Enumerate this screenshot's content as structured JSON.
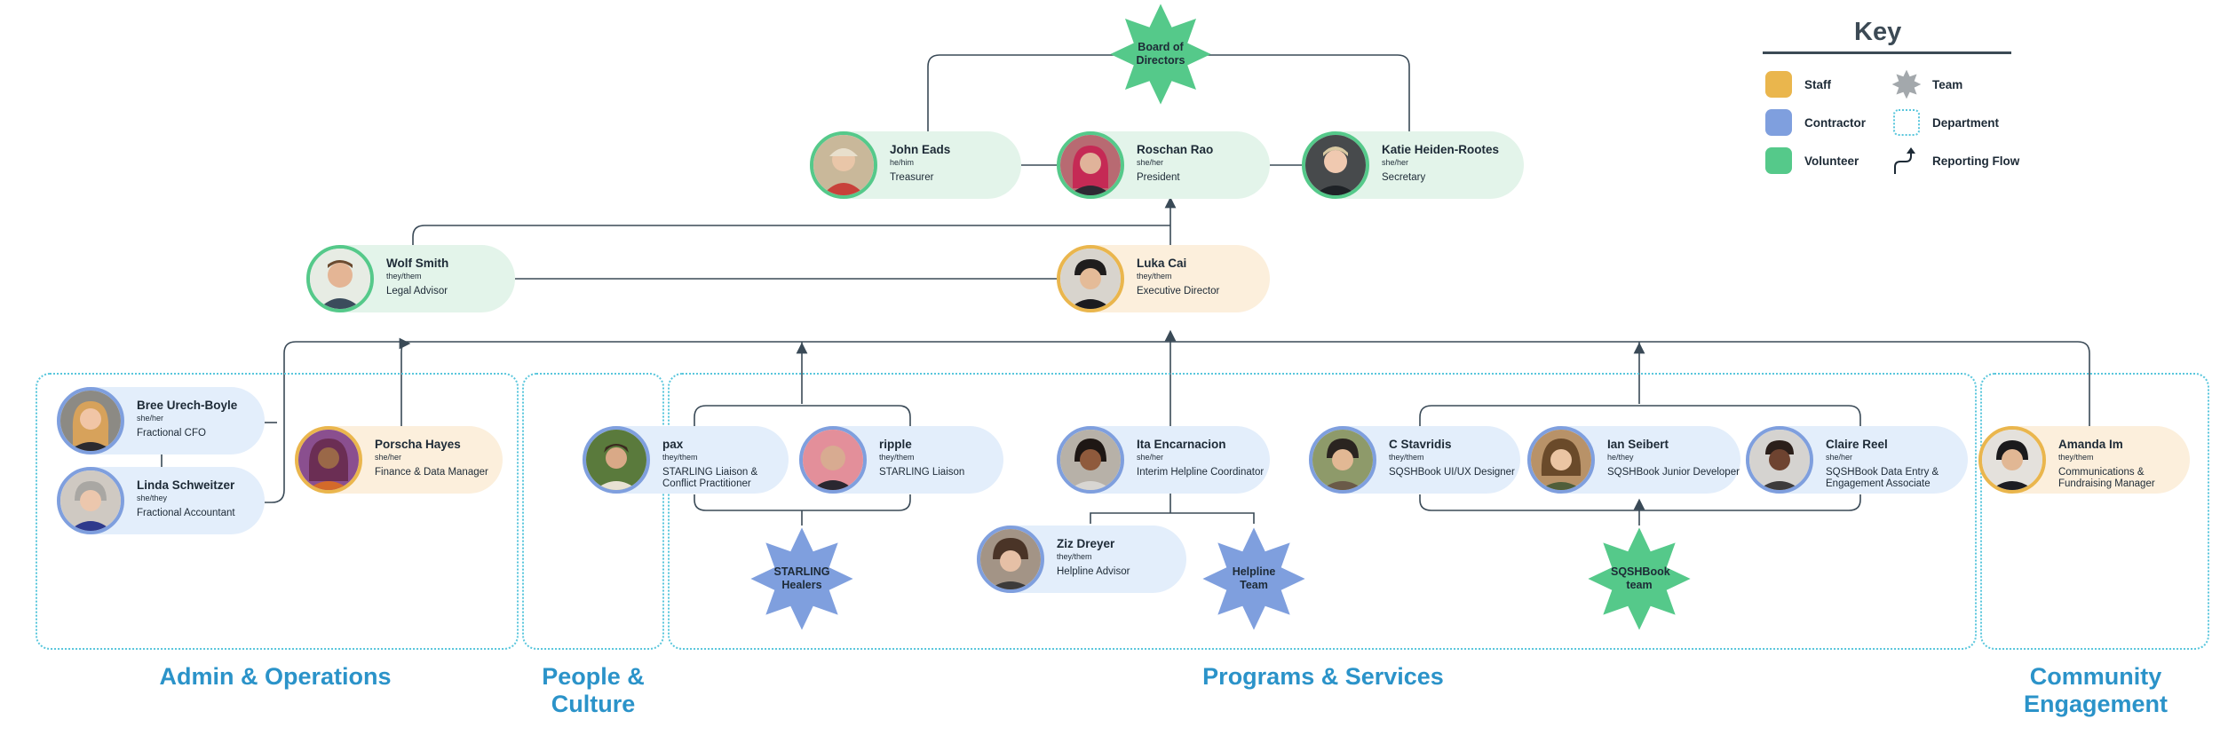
{
  "colors": {
    "staff": "#eab64d",
    "contractor": "#7f9fde",
    "volunteer": "#55c98a",
    "department": "#59c6dc",
    "heading": "#2b93c9",
    "line": "#3a4a57"
  },
  "key": {
    "title": "Key",
    "staff": "Staff",
    "contractor": "Contractor",
    "volunteer": "Volunteer",
    "team": "Team",
    "department": "Department",
    "reporting_flow": "Reporting Flow"
  },
  "teams": {
    "board": "Board of Directors",
    "starling": "STARLING Healers",
    "helpline": "Helpline Team",
    "sqsh": "SQSHBook team"
  },
  "departments": {
    "admin": "Admin & Operations",
    "people": "People & Culture",
    "programs": "Programs & Services",
    "community": "Community Engagement"
  },
  "people": {
    "john": {
      "name": "John Eads",
      "pronouns": "he/him",
      "role": "Treasurer"
    },
    "roschan": {
      "name": "Roschan Rao",
      "pronouns": "she/her",
      "role": "President"
    },
    "katie": {
      "name": "Katie Heiden-Rootes",
      "pronouns": "she/her",
      "role": "Secretary"
    },
    "wolf": {
      "name": "Wolf Smith",
      "pronouns": "they/them",
      "role": "Legal Advisor"
    },
    "luka": {
      "name": "Luka Cai",
      "pronouns": "they/them",
      "role": "Executive Director"
    },
    "bree": {
      "name": "Bree Urech-Boyle",
      "pronouns": "she/her",
      "role": "Fractional CFO"
    },
    "linda": {
      "name": "Linda Schweitzer",
      "pronouns": "she/they",
      "role": "Fractional Accountant"
    },
    "porscha": {
      "name": "Porscha Hayes",
      "pronouns": "she/her",
      "role": "Finance & Data Manager"
    },
    "pax": {
      "name": "pax",
      "pronouns": "they/them",
      "role": "STARLING Liaison & Conflict Practitioner"
    },
    "ripple": {
      "name": "ripple",
      "pronouns": "they/them",
      "role": "STARLING Liaison"
    },
    "ita": {
      "name": "Ita Encarnacion",
      "pronouns": "she/her",
      "role": "Interim Helpline Coordinator"
    },
    "ziz": {
      "name": "Ziz Dreyer",
      "pronouns": "they/them",
      "role": "Helpline Advisor"
    },
    "c": {
      "name": "C Stavridis",
      "pronouns": "they/them",
      "role": "SQSHBook UI/UX Designer"
    },
    "ian": {
      "name": "Ian Seibert",
      "pronouns": "he/they",
      "role": "SQSHBook Junior Developer"
    },
    "claire": {
      "name": "Claire Reel",
      "pronouns": "she/her",
      "role": "SQSHBook Data Entry & Engagement Associate"
    },
    "amanda": {
      "name": "Amanda Im",
      "pronouns": "they/them",
      "role": "Communications & Fundraising Manager"
    }
  }
}
